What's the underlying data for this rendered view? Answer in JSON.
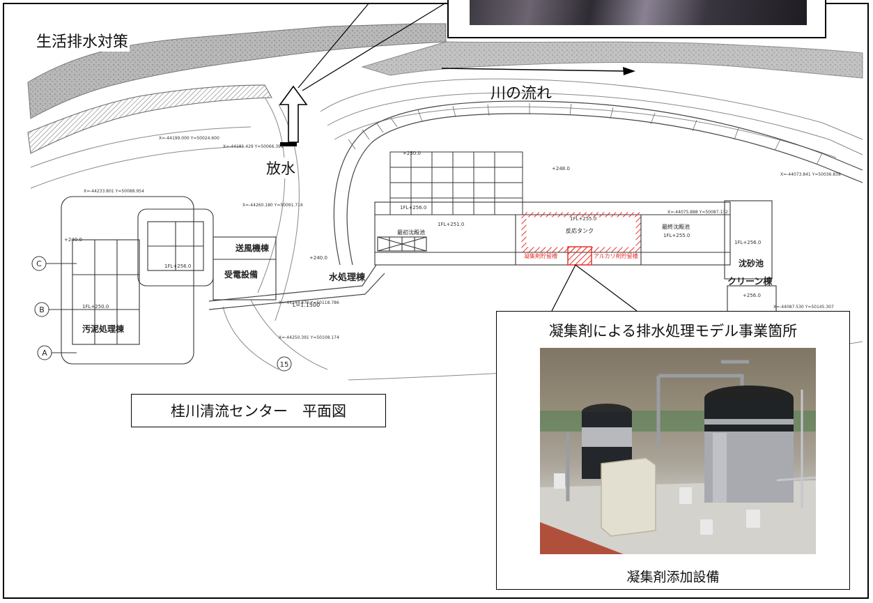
{
  "page": {
    "title": "生活排水対策"
  },
  "map": {
    "caption": "桂川清流センター　平面図",
    "river_label": "川の流れ",
    "discharge_label": "放水",
    "buildings": {
      "water_treatment": "水処理棟",
      "clean": "クリーン棟",
      "sludge": "汚泥処理棟",
      "blower": "送風機棟",
      "substation": "受電設備",
      "coagulant_tank": "凝集剤貯留槽",
      "alkali_tank": "アルカリ剤貯留槽",
      "reaction_tank": "反応タンク",
      "sedimentation": "最終沈殿池",
      "first_sedimentation": "最初沈殿池",
      "sand": "沈砂池"
    },
    "elevations": [
      "1FL+256.0",
      "1FL+251.0",
      "1FL+255.0",
      "1FL+250.0",
      "1FL+255.0",
      "1FL+256.0",
      "1FL+256.0",
      "+240.0",
      "+250.0",
      "+240.0",
      "+248.0",
      "+256.0"
    ],
    "coordinates": [
      "X=-44199.000  Y=50024.600",
      "X=-44181.429  Y=50066.391",
      "X=-44233.801  Y=50088.954",
      "X=-44260.180  Y=50091.716",
      "X=-44244.470  Y=50118.786",
      "X=-44250.391  Y=50108.174",
      "X=-44075.888  Y=50087.132",
      "X=-44073.841  Y=50036.838",
      "X=-44087.530  Y=50145.307"
    ],
    "grid_letters": [
      "C",
      "B",
      "A"
    ],
    "grid_number": "15",
    "pipe_length": "L=1.1500"
  },
  "photo_box": {
    "title": "凝集剤による排水処理モデル事業箇所",
    "caption": "凝集剤添加設備"
  },
  "colors": {
    "highlight_red": "#e8322b",
    "line_gray": "#555555",
    "hill_gray": "#a9a9a9"
  }
}
